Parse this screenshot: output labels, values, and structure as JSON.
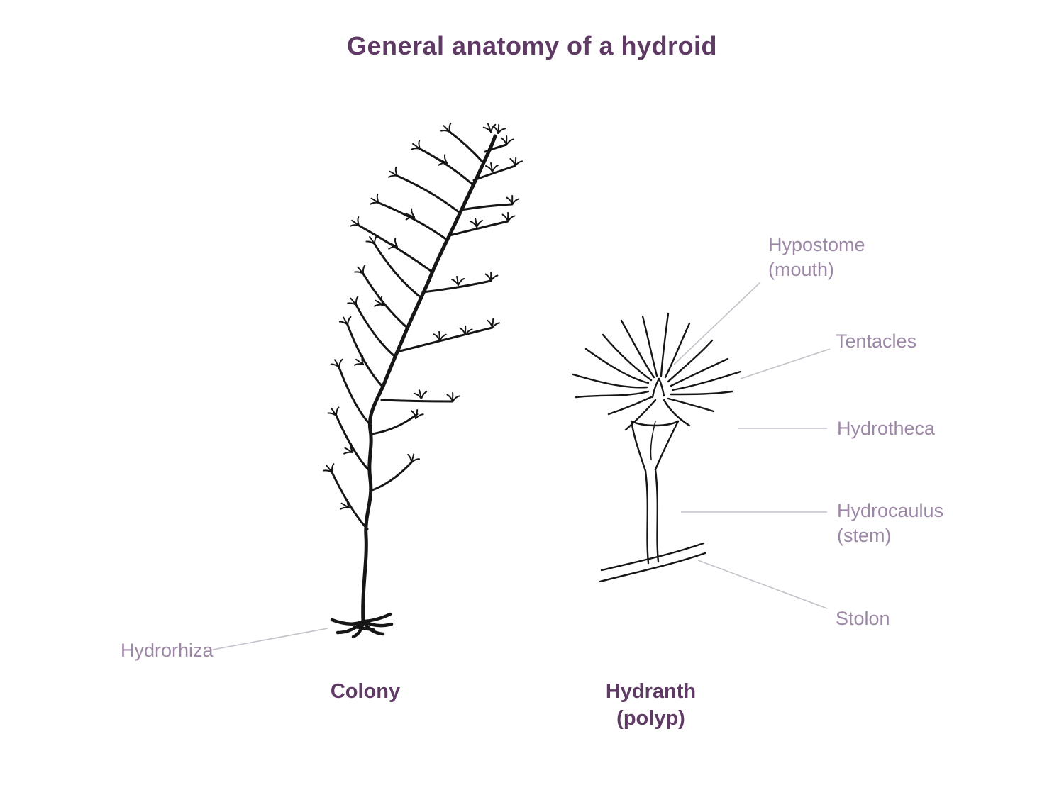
{
  "title": "General anatomy of a hydroid",
  "colors": {
    "title": "#5f3a64",
    "label": "#9d87a6",
    "leader": "#c6c0ca",
    "ink": "#161616"
  },
  "colony": {
    "caption": "Colony",
    "hydrorhiza": "Hydrorhiza"
  },
  "hydranth": {
    "caption_line1": "Hydranth",
    "caption_line2": "(polyp)",
    "hypostome_line1": "Hypostome",
    "hypostome_line2": "(mouth)",
    "tentacles": "Tentacles",
    "hydrotheca": "Hydrotheca",
    "hydrocaulus_line1": "Hydrocaulus",
    "hydrocaulus_line2": "(stem)",
    "stolon": "Stolon"
  }
}
